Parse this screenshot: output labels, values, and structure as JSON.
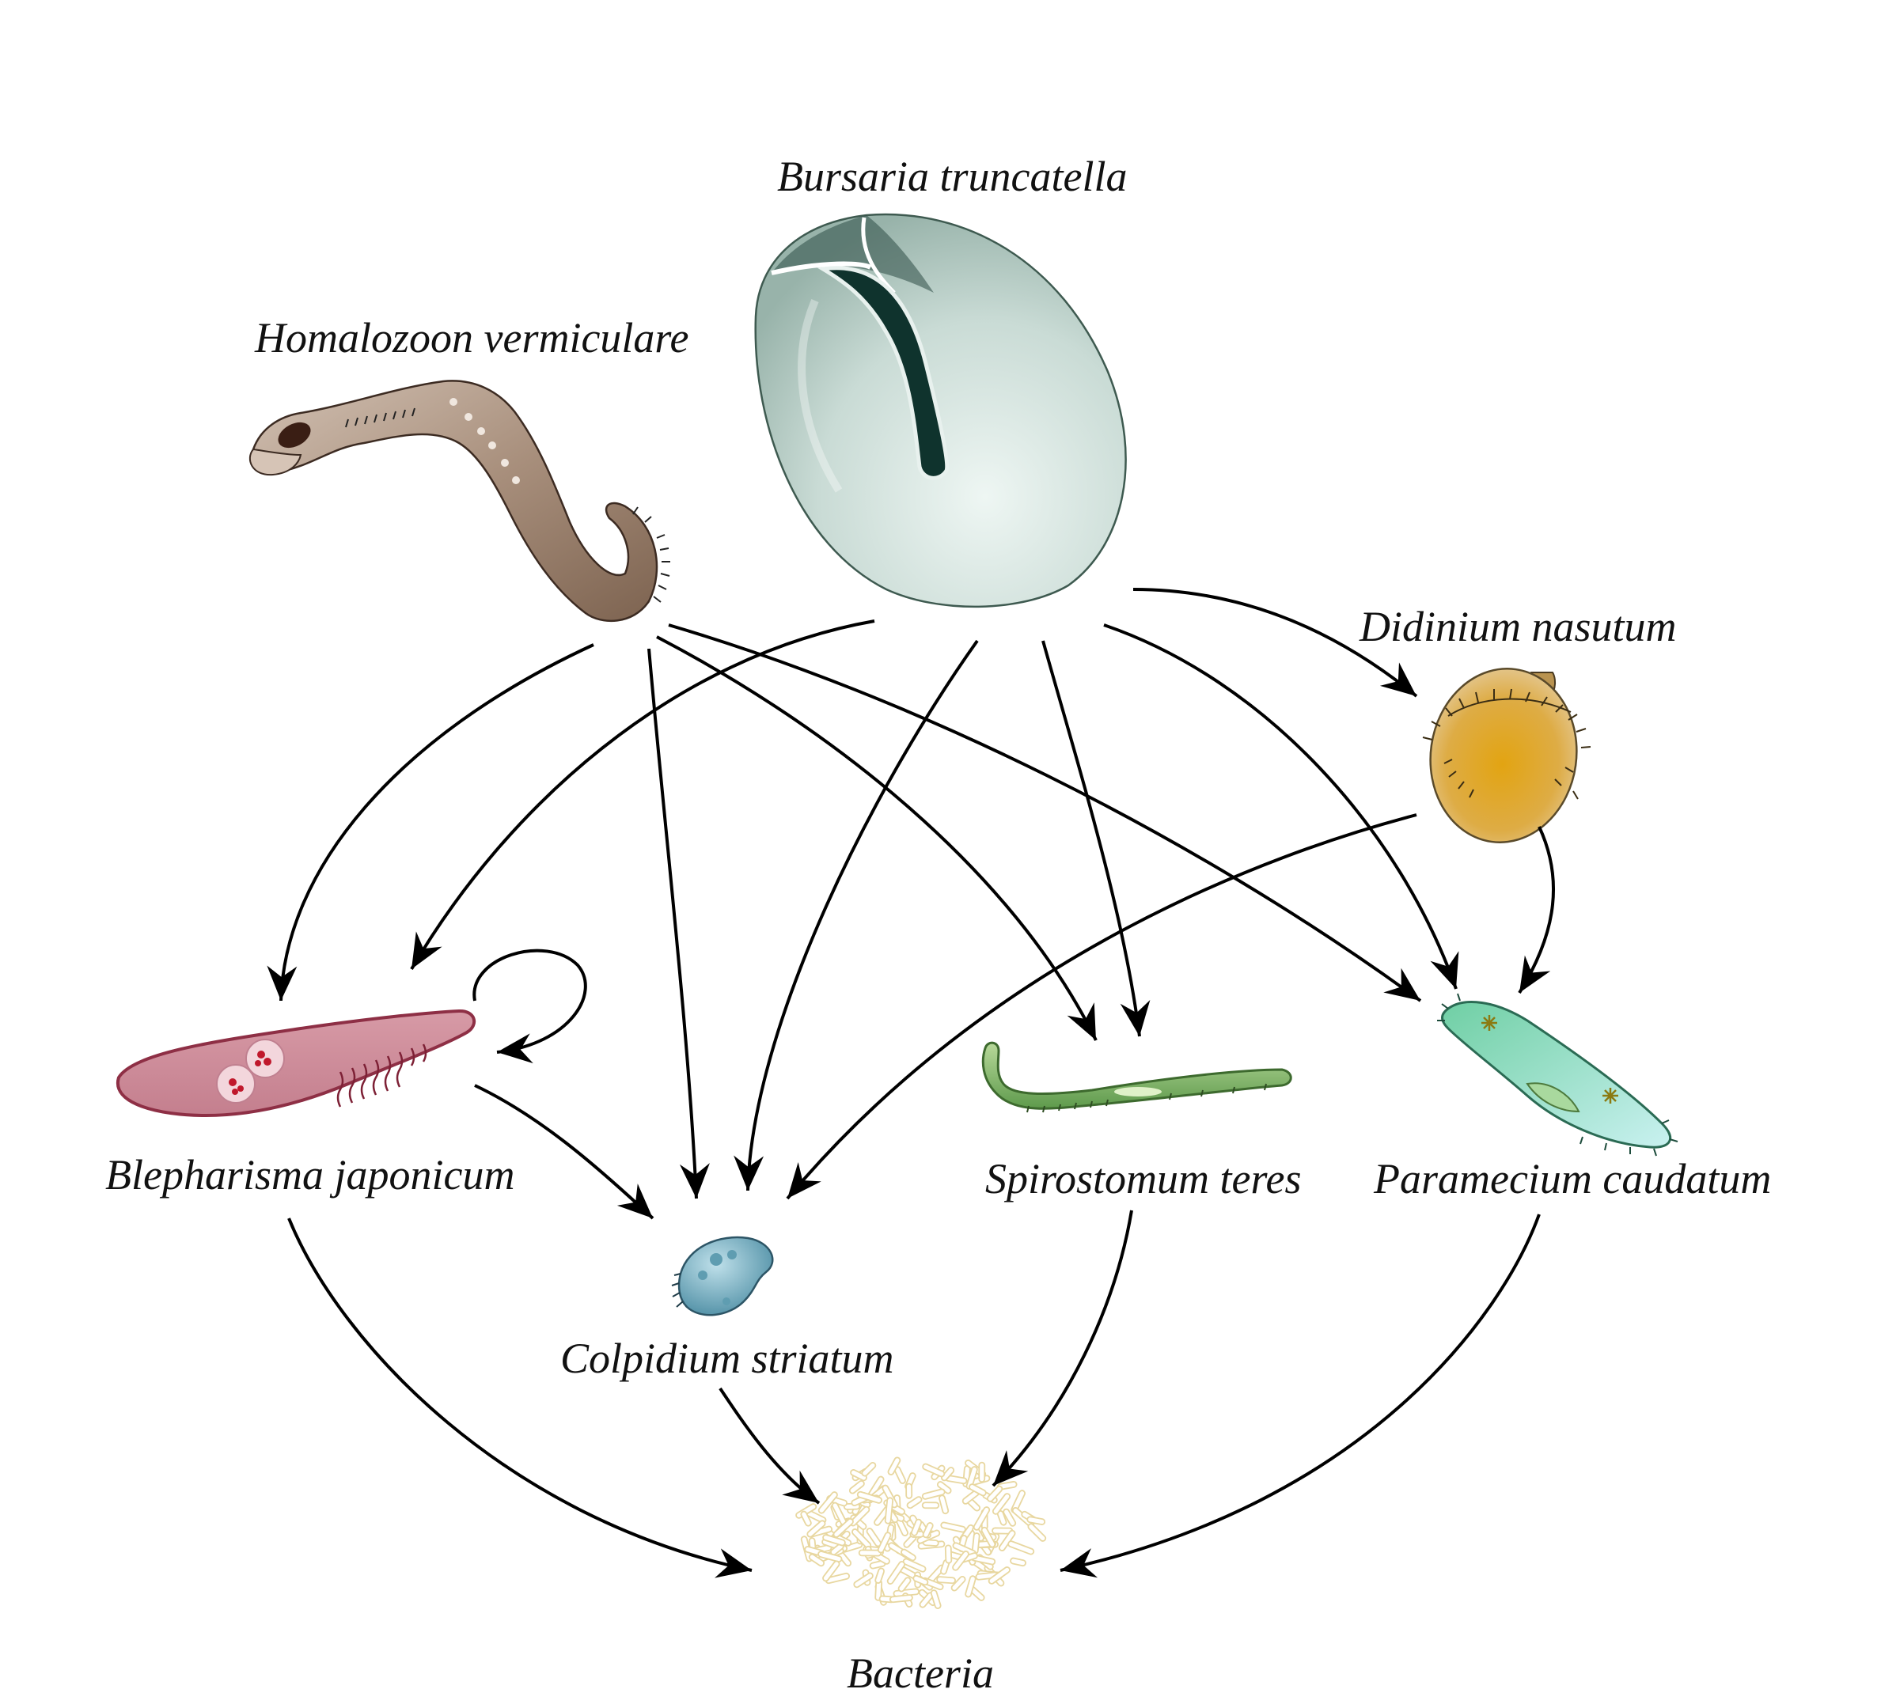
{
  "nodes": [
    {
      "id": "bursaria",
      "label": "Bursaria truncatella",
      "color": "#b9cfc8"
    },
    {
      "id": "homalozoon",
      "label": "Homalozoon vermiculare",
      "color": "#a48a78"
    },
    {
      "id": "didinium",
      "label": "Didinium nasutum",
      "color": "#d9a530"
    },
    {
      "id": "blepharisma",
      "label": "Blepharisma japonicum",
      "color": "#cf8a98"
    },
    {
      "id": "spirostomum",
      "label": "Spirostomum teres",
      "color": "#7fb06a"
    },
    {
      "id": "paramecium",
      "label": "Paramecium caudatum",
      "color": "#8fd8b8"
    },
    {
      "id": "colpidium",
      "label": "Colpidium striatum",
      "color": "#6fa8bb"
    },
    {
      "id": "bacteria",
      "label": "Bacteria",
      "color": "#e8d7a0"
    }
  ],
  "edges": [
    {
      "from": "homalozoon",
      "to": "blepharisma"
    },
    {
      "from": "homalozoon",
      "to": "colpidium"
    },
    {
      "from": "homalozoon",
      "to": "spirostomum"
    },
    {
      "from": "homalozoon",
      "to": "paramecium"
    },
    {
      "from": "bursaria",
      "to": "blepharisma"
    },
    {
      "from": "bursaria",
      "to": "colpidium"
    },
    {
      "from": "bursaria",
      "to": "spirostomum"
    },
    {
      "from": "bursaria",
      "to": "paramecium"
    },
    {
      "from": "bursaria",
      "to": "didinium"
    },
    {
      "from": "didinium",
      "to": "colpidium"
    },
    {
      "from": "didinium",
      "to": "paramecium"
    },
    {
      "from": "blepharisma",
      "to": "blepharisma"
    },
    {
      "from": "blepharisma",
      "to": "colpidium"
    },
    {
      "from": "blepharisma",
      "to": "bacteria"
    },
    {
      "from": "colpidium",
      "to": "bacteria"
    },
    {
      "from": "spirostomum",
      "to": "bacteria"
    },
    {
      "from": "paramecium",
      "to": "bacteria"
    }
  ]
}
